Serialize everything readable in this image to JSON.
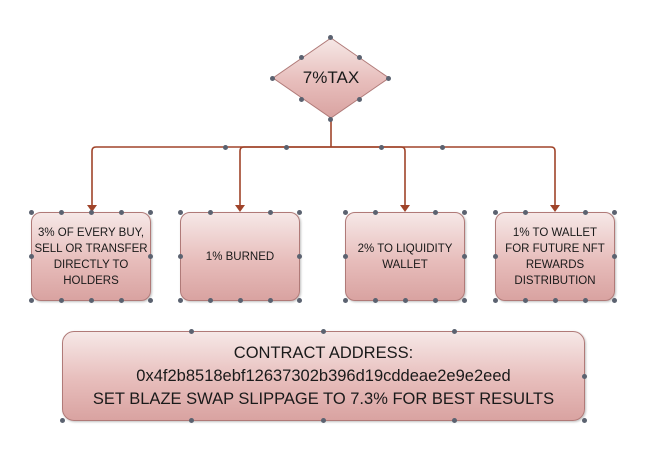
{
  "diagram": {
    "root": {
      "lines": [
        "7%",
        "TAX"
      ]
    },
    "branches": [
      {
        "lines": [
          "3% OF EVERY BUY,",
          "SELL OR TRANSFER",
          "DIRECTLY TO",
          "HOLDERS"
        ]
      },
      {
        "lines": [
          "1% BURNED"
        ]
      },
      {
        "lines": [
          "2% TO LIQUIDITY",
          "WALLET"
        ]
      },
      {
        "lines": [
          "1% TO WALLET",
          "FOR FUTURE NFT",
          "REWARDS",
          "DISTRIBUTION"
        ]
      }
    ],
    "info": {
      "line1": "CONTRACT ADDRESS:",
      "line2": "0x4f2b8518ebf12637302b396d19cddeae2e9e2eed",
      "line3": "SET BLAZE SWAP SLIPPAGE TO 7.3% FOR BEST RESULTS"
    },
    "colors": {
      "fill": "#e7bdbb",
      "border": "#b07a78",
      "connector": "#a0442a",
      "handle": "#5b6270"
    }
  }
}
